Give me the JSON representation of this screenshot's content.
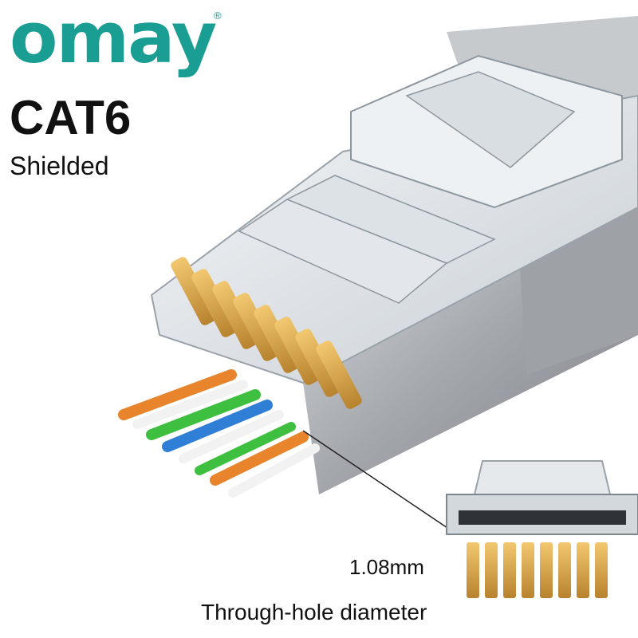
{
  "brand": {
    "name": "omay",
    "registered": "®"
  },
  "product": {
    "title": "CAT6",
    "subtitle": "Shielded"
  },
  "callout": {
    "measurement": "1.08mm",
    "caption": "Through-hole diameter"
  },
  "colors": {
    "brand": "#1a9e94",
    "shield": "#a9adb3",
    "gold": "#d4a24a",
    "wire_orange": "#e8842b",
    "wire_green": "#3fbf3f",
    "wire_blue": "#2f7fd6",
    "wire_brown": "#9a5b2d"
  }
}
